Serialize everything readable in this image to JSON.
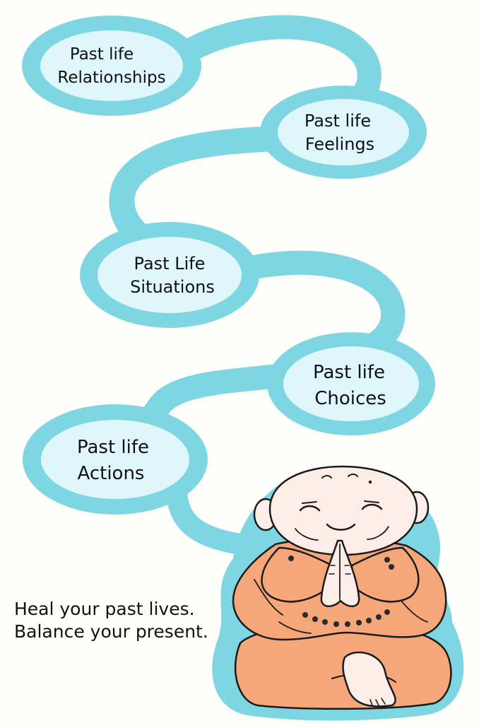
{
  "bubbles": [
    {
      "id": "relationships",
      "line1": "Past life",
      "line2": "Relationships"
    },
    {
      "id": "feelings",
      "line1": "Past life",
      "line2": "Feelings"
    },
    {
      "id": "situations",
      "line1": "Past Life",
      "line2": "Situations"
    },
    {
      "id": "choices",
      "line1": "Past life",
      "line2": "Choices"
    },
    {
      "id": "actions",
      "line1": "Past life",
      "line2": "Actions"
    }
  ],
  "caption": {
    "line1": "Heal your past lives.",
    "line2": "Balance your present."
  },
  "colors": {
    "path": "#7fd6e3",
    "bubble_fill": "#dff6fb",
    "robe": "#f5a77a",
    "skin": "#fbeee9",
    "outline": "#1b1b1b"
  }
}
